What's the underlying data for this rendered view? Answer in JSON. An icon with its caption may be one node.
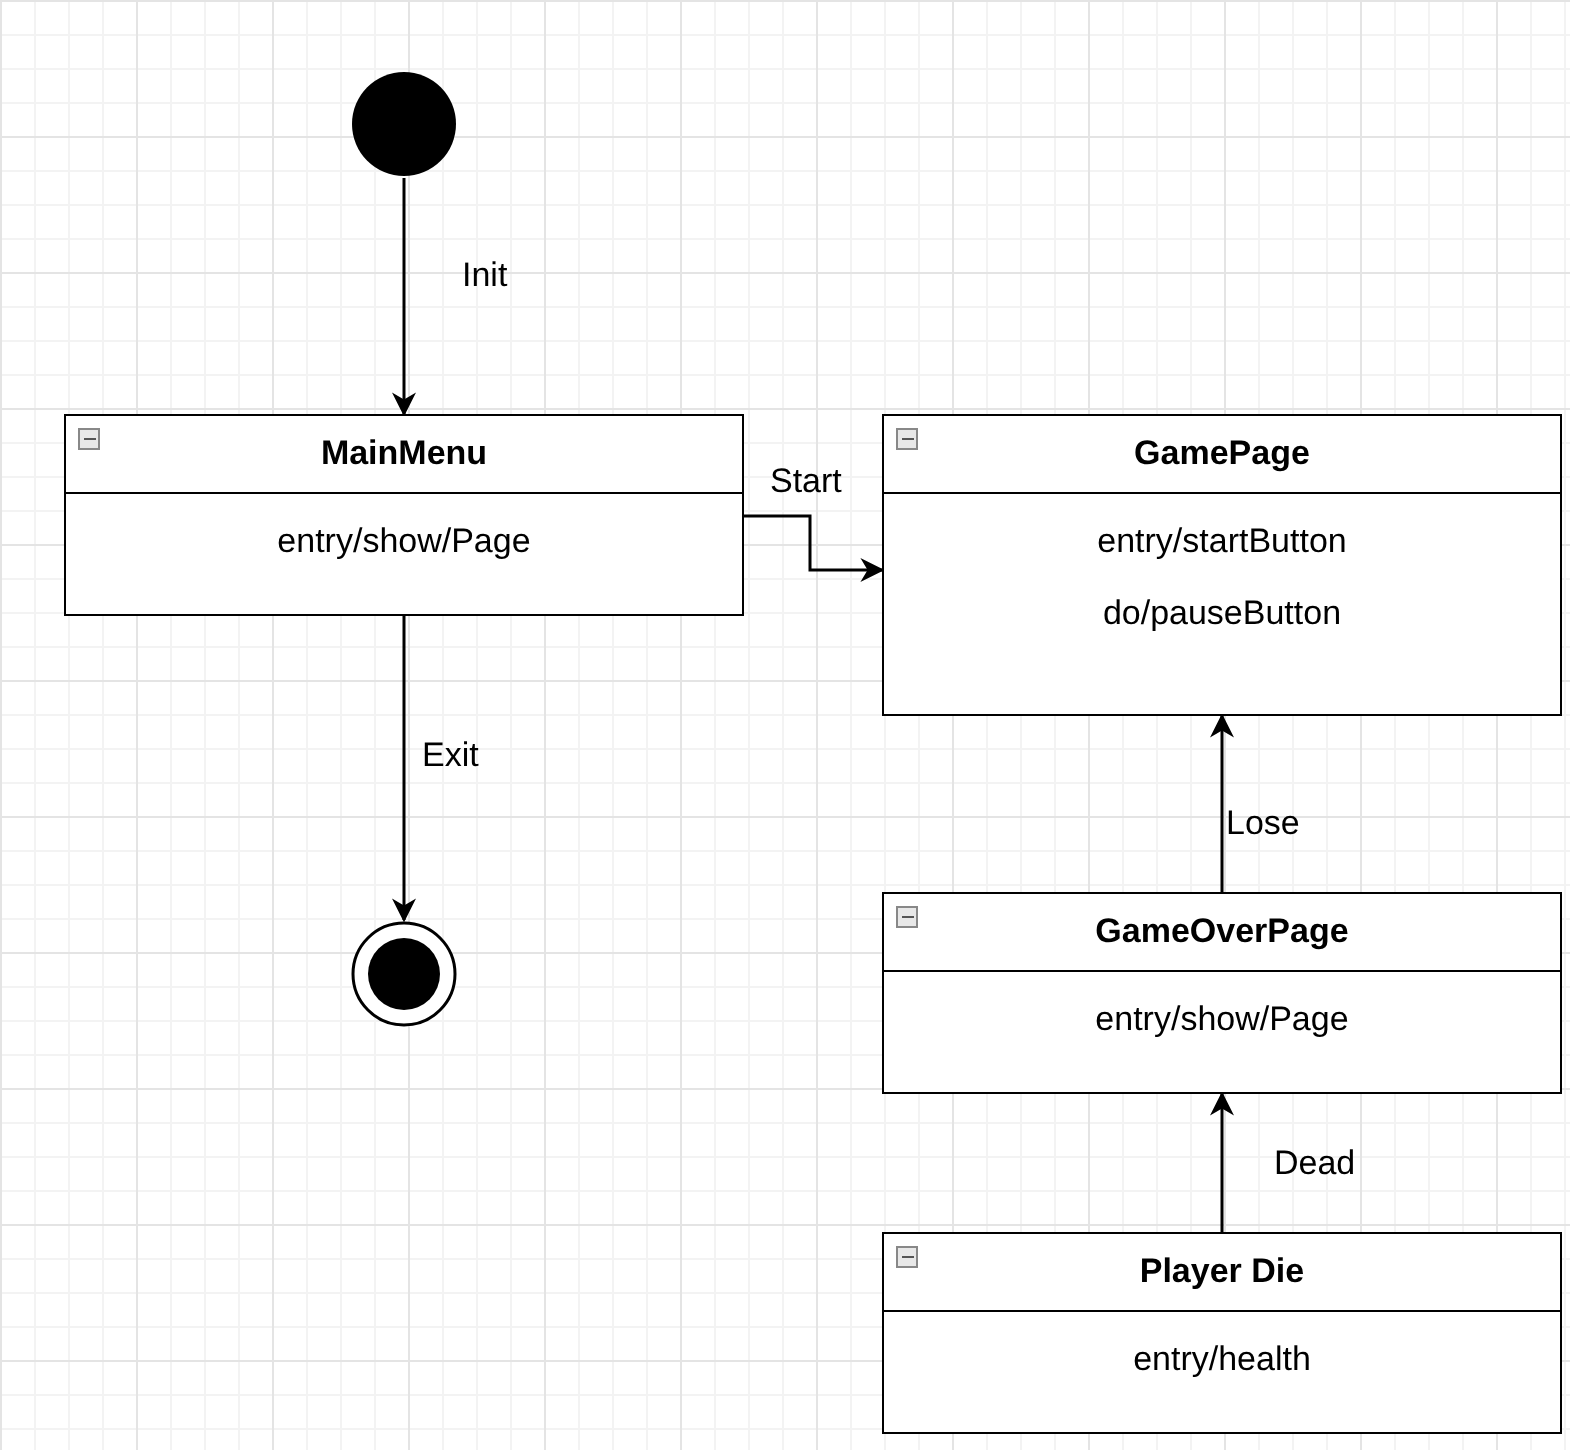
{
  "diagram": {
    "nodes": [
      {
        "text": [],
        "shape": "circle"
      },
      {
        "text": [
          "MainMenu",
          "entry/show/Page"
        ]
      },
      {
        "text": [
          "GamePage",
          "entry/startButton",
          "do/pauseButton"
        ]
      },
      {
        "text": [
          "GameOverPage",
          "entry/show/Page"
        ]
      },
      {
        "text": [
          "Player Die",
          "entry/health"
        ]
      },
      {
        "text": [],
        "shape": "bullseye"
      }
    ],
    "edges": [
      {
        "from": 0,
        "to": 1,
        "arrow": "to",
        "label": "Init"
      },
      {
        "from": 1,
        "to": 2,
        "arrow": "to",
        "label": "Start"
      },
      {
        "from": 1,
        "to": 5,
        "arrow": "to",
        "label": "Exit"
      },
      {
        "from": 3,
        "to": 2,
        "arrow": "to",
        "label": "Lose"
      },
      {
        "from": 4,
        "to": 3,
        "arrow": "to",
        "label": "Dead"
      }
    ]
  }
}
